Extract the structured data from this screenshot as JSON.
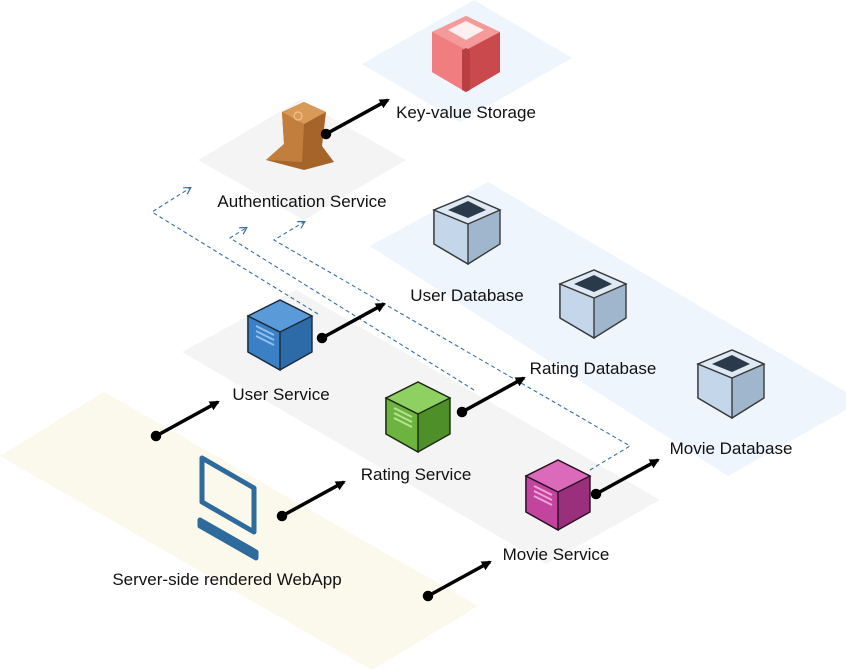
{
  "labels": {
    "kv_storage": "Key-value Storage",
    "auth_service": "Authentication Service",
    "user_database": "User Database",
    "user_service": "User Service",
    "rating_database": "Rating Database",
    "movie_database": "Movie Database",
    "rating_service": "Rating Service",
    "movie_service": "Movie Service",
    "webapp": "Server-side rendered WebApp"
  },
  "colors": {
    "storage_tile": "#eef5fd",
    "service_tile": "#f4f4f4",
    "client_tile": "#fbf8ec",
    "kv_storage": "#f0787a",
    "auth_service": "#b87333",
    "database": "#c4d7ea",
    "user_service": "#3b7fc4",
    "rating_service": "#6cb33f",
    "movie_service": "#c2449e",
    "client": "#2e6a9c",
    "arrow": "#000000",
    "dashed_link": "#3a6ea5"
  },
  "icons": {
    "kv_storage": "key-value-storage-icon",
    "auth_service": "authentication-service-icon",
    "database": "database-icon",
    "service": "service-cube-icon",
    "client": "desktop-client-icon"
  }
}
